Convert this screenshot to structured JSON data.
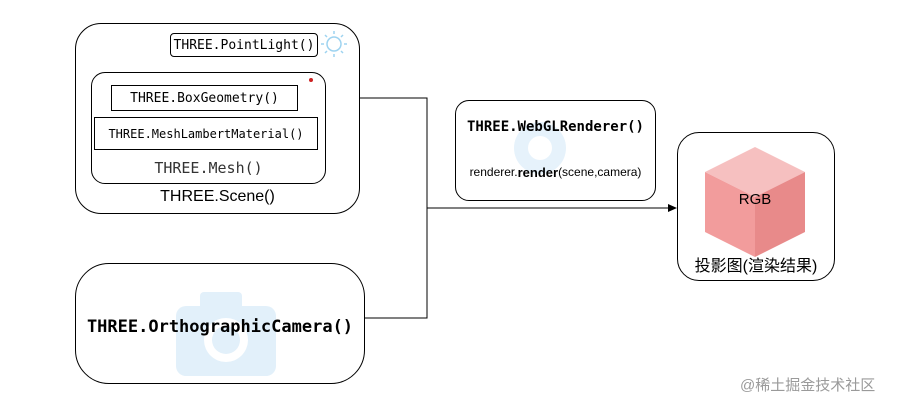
{
  "scene": {
    "label": "THREE.Scene()",
    "light_label": "THREE.PointLight()",
    "mesh": {
      "label": "THREE.Mesh()",
      "geometry_label": "THREE.BoxGeometry()",
      "material_label": "THREE.MeshLambertMaterial()"
    }
  },
  "camera": {
    "label": "THREE.OrthographicCamera()"
  },
  "renderer": {
    "label": "THREE.WebGLRenderer()",
    "call_prefix": "renderer.",
    "call_method": "render",
    "call_args": "(scene,camera)"
  },
  "result": {
    "cube_label": "RGB",
    "caption": "投影图(渲染结果)"
  },
  "watermark": "@稀土掘金技术社区",
  "colors": {
    "stroke": "#000000",
    "light_icon": "#9ed3f0",
    "faint_icon": "#d6eaf7",
    "cube_top": "#f6c0c0",
    "cube_left": "#f29c9c",
    "cube_right": "#e88a8a",
    "dot": "#cc2222",
    "watermark": "#9a9a9a"
  }
}
